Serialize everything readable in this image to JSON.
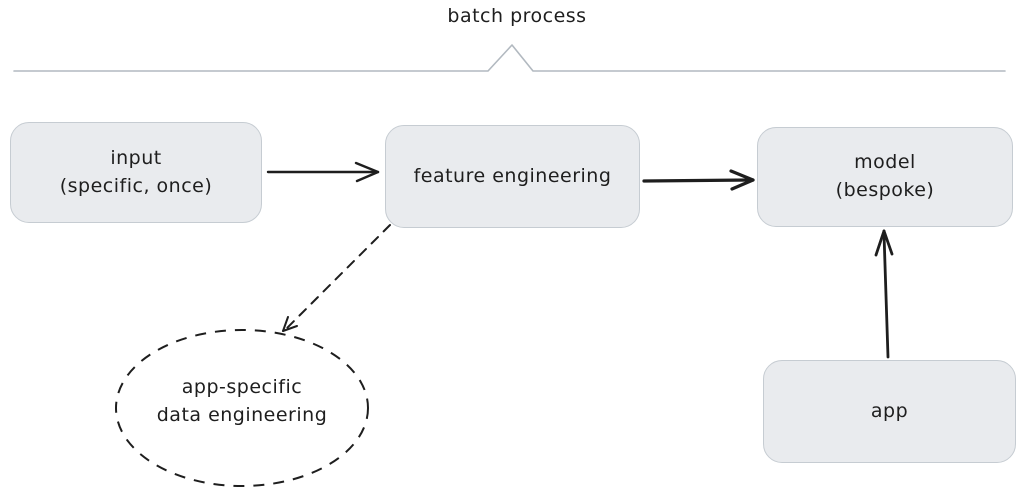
{
  "diagram": {
    "title": "batch process",
    "nodes": {
      "input": {
        "line1": "input",
        "line2": "(specific, once)"
      },
      "feature_engineering": {
        "label": "feature engineering"
      },
      "model": {
        "line1": "model",
        "line2": "(bespoke)"
      },
      "app": {
        "label": "app"
      },
      "data_engineering": {
        "line1": "app-specific",
        "line2": "data engineering"
      }
    },
    "edges": [
      {
        "from": "input",
        "to": "feature_engineering",
        "style": "solid-arrow"
      },
      {
        "from": "feature_engineering",
        "to": "model",
        "style": "solid-arrow"
      },
      {
        "from": "app",
        "to": "model",
        "style": "solid-arrow"
      },
      {
        "from": "feature_engineering",
        "to": "data_engineering",
        "style": "dashed-arrow"
      }
    ],
    "colors": {
      "ink": "#1e1e1e",
      "node_fill": "#e9ebee",
      "node_border": "#c6ccd2",
      "brace": "#b2b9c0",
      "bg": "#ffffff"
    }
  }
}
